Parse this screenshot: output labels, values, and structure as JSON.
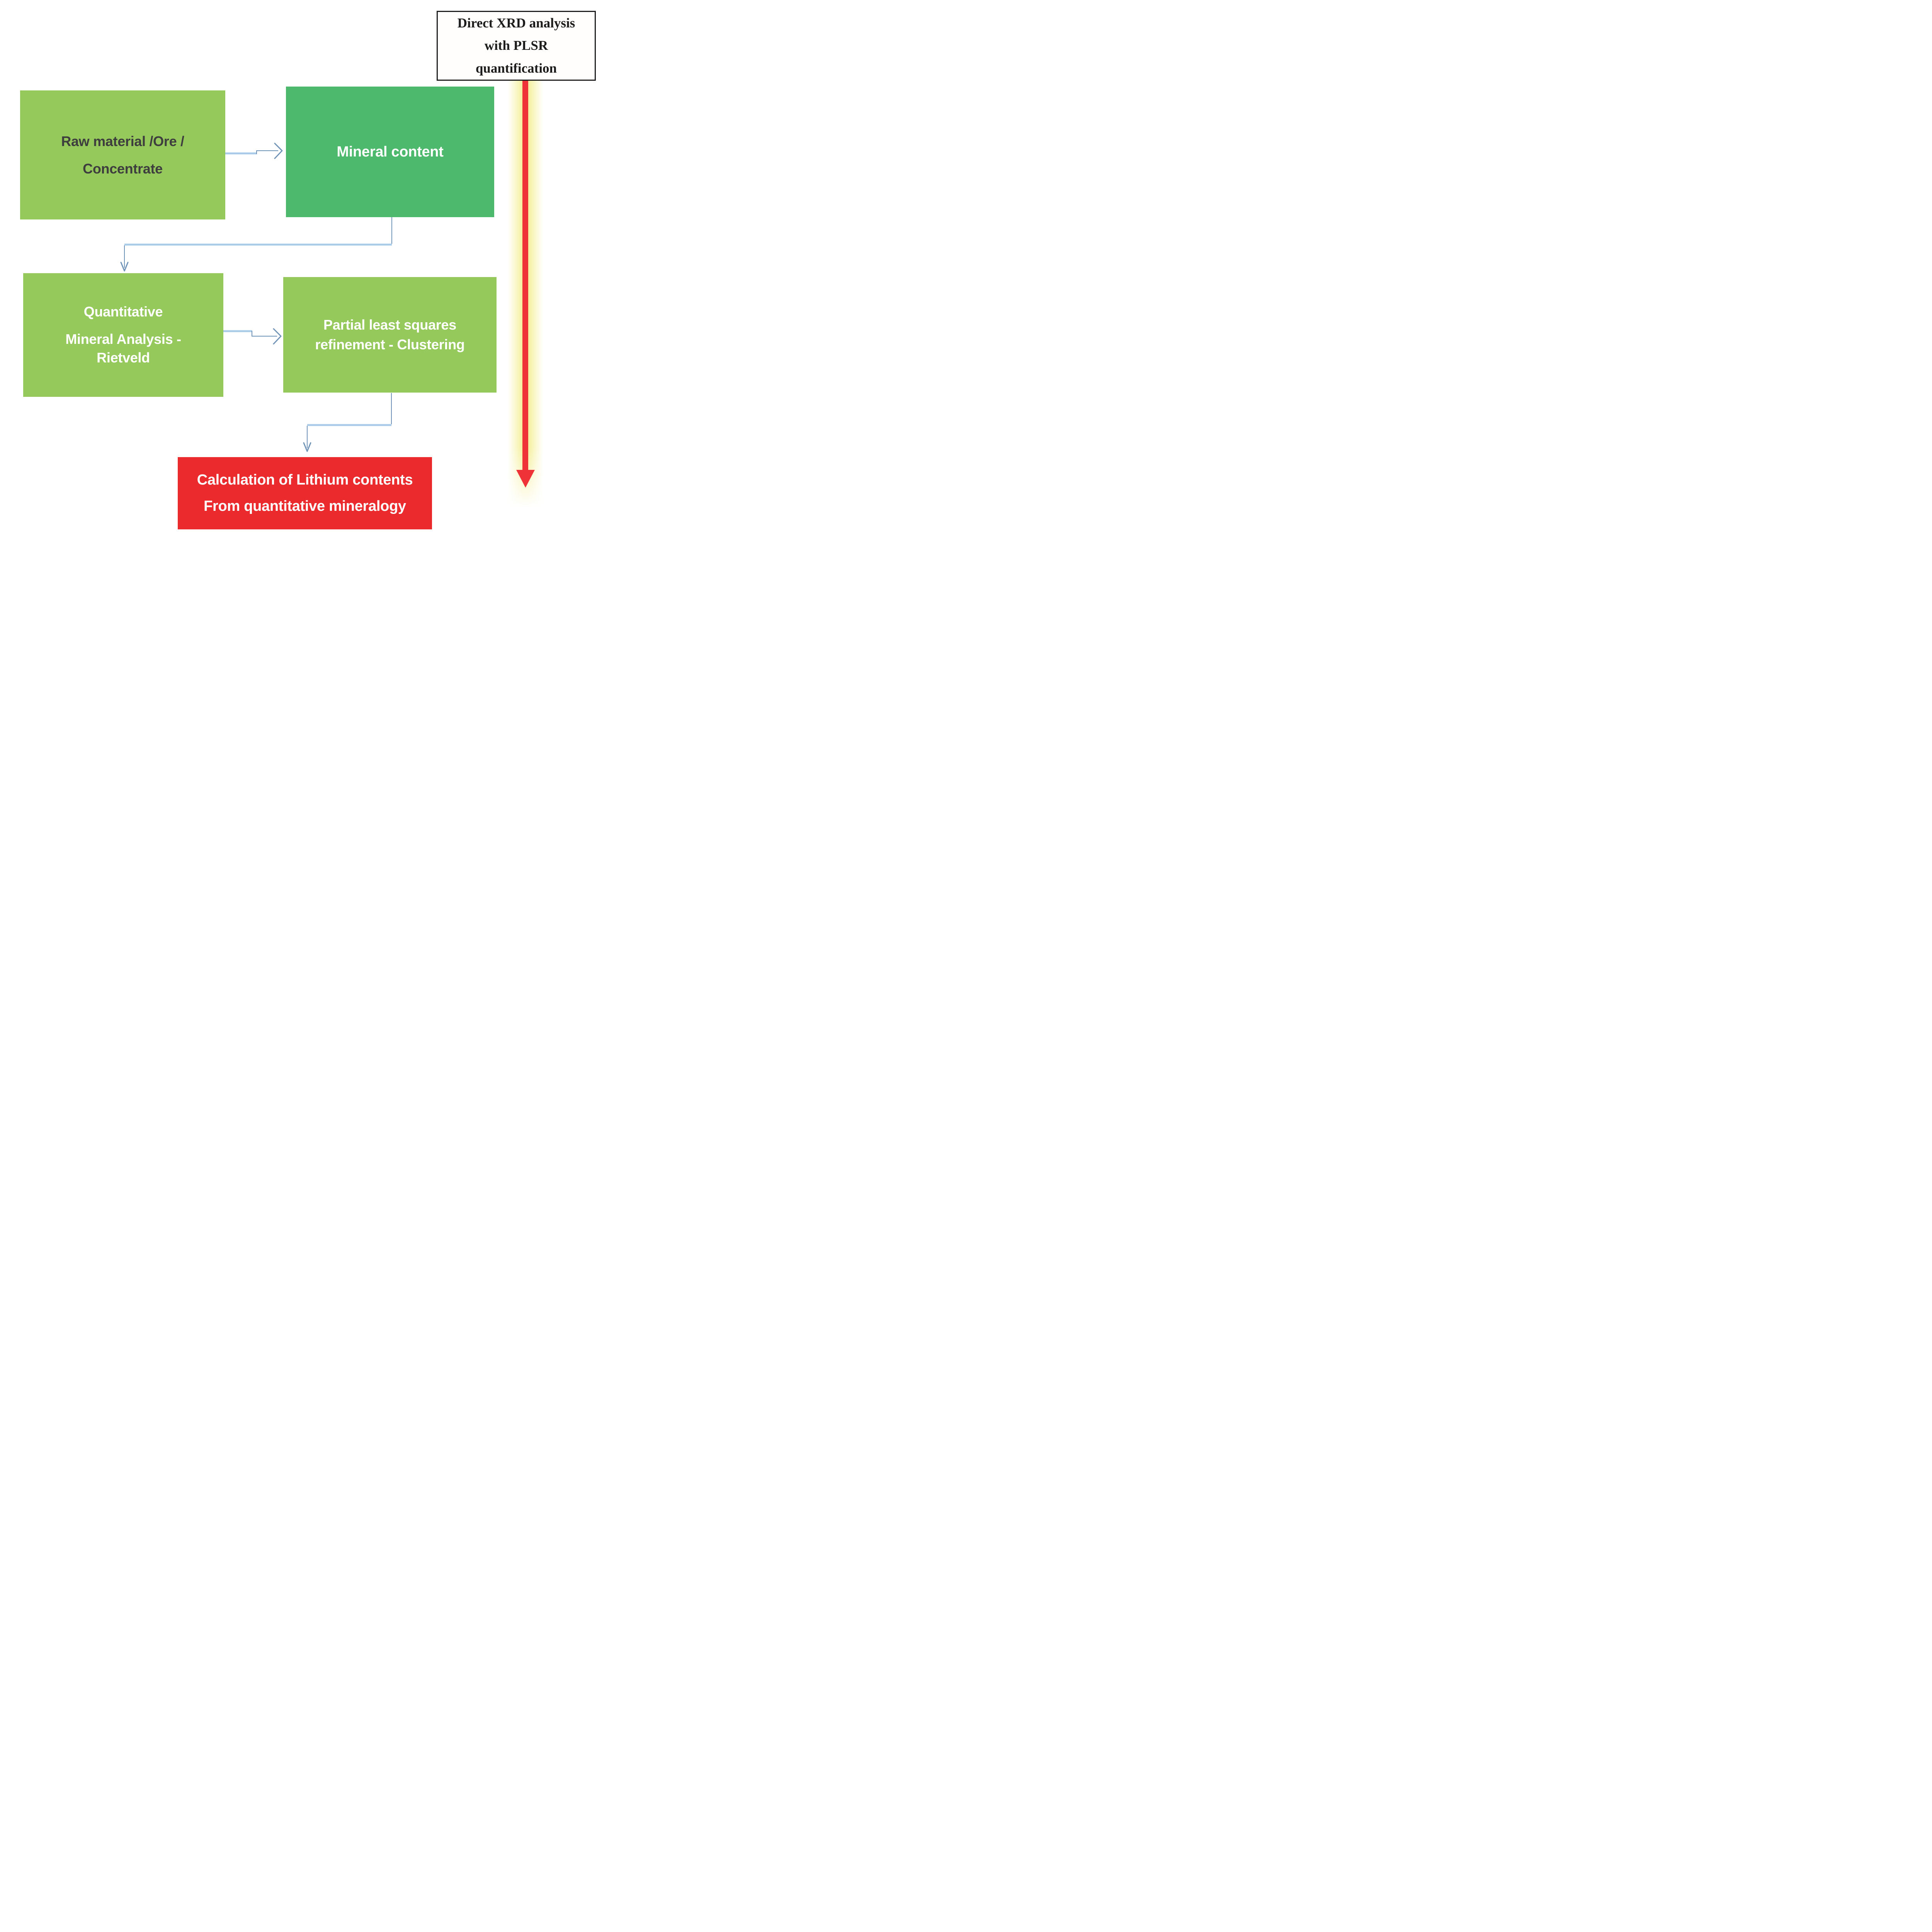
{
  "title_box": {
    "lines": [
      "Direct XRD analysis",
      "with PLSR",
      "quantification"
    ]
  },
  "nodes": {
    "raw_material": {
      "lines": [
        "Raw material /Ore /",
        "Concentrate"
      ]
    },
    "mineral_content": {
      "lines": [
        "Mineral content"
      ]
    },
    "quantitative_rietveld": {
      "lines": [
        "Quantitative",
        "Mineral Analysis -",
        "Rietveld"
      ]
    },
    "pls_clustering": {
      "lines": [
        "Partial least squares",
        "refinement - Clustering"
      ]
    },
    "lithium_calculation": {
      "lines": [
        "Calculation of Lithium contents",
        "From quantitative mineralogy"
      ]
    }
  },
  "colors": {
    "green-light": "#96C95C",
    "green-medium": "#4DB96C",
    "red-box": "#EB2A2E",
    "arrow-red": "#EE3237",
    "glow-yellow": "#F4EE9C",
    "connector-light": "#A9CBEA",
    "connector-dark": "#6F93B8",
    "text-dark": "#3E3E3E",
    "border-black": "#1F1F1F"
  }
}
